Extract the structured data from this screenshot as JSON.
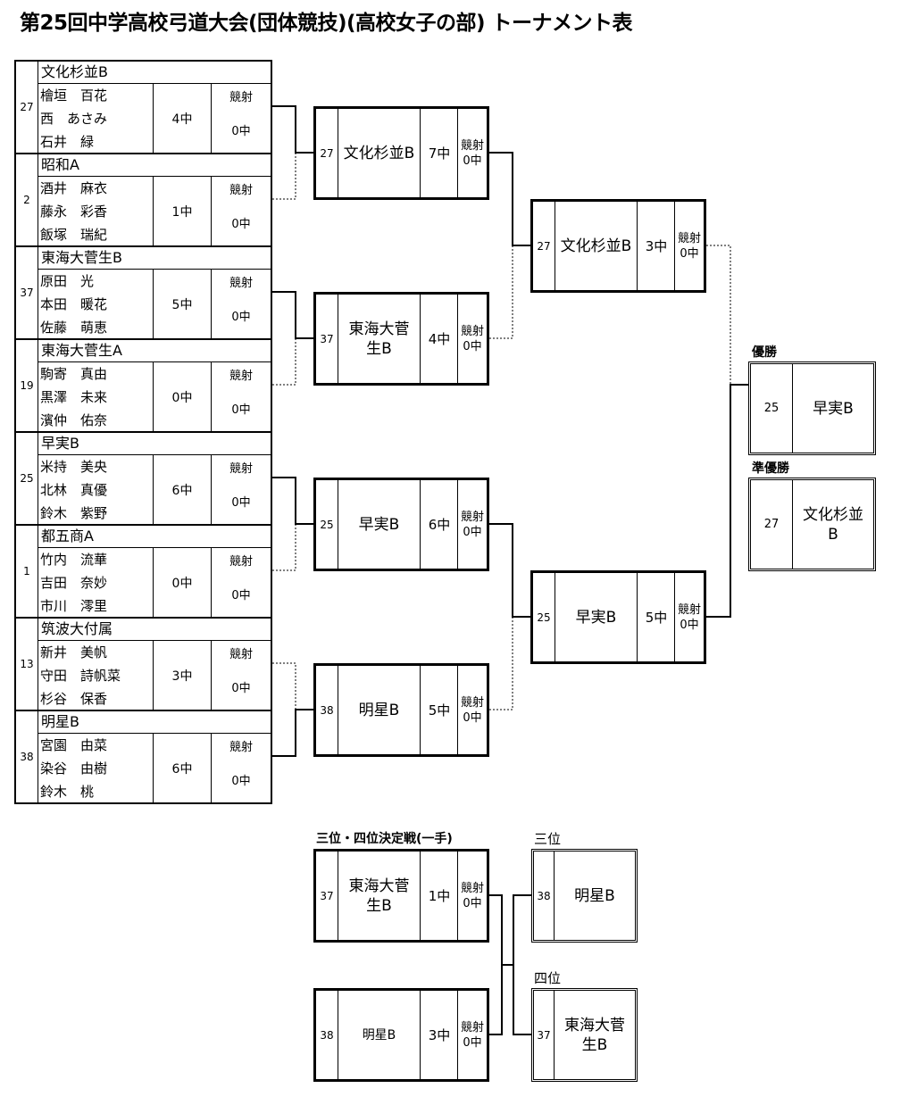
{
  "title": "第25回中学高校弓道大会(団体競技)(高校女子の部) トーナメント表",
  "labels": {
    "shoot_off": "競射",
    "champion": "優勝",
    "runner_up": "準優勝",
    "third_place_match": "三位・四位決定戦(一手)",
    "third": "三位",
    "fourth": "四位"
  },
  "round1": [
    {
      "seed": "27",
      "team": "文化杉並B",
      "members": [
        "檜垣　百花",
        "西　あさみ",
        "石井　緑"
      ],
      "hits": "4中",
      "shootoff": "0中"
    },
    {
      "seed": "2",
      "team": "昭和A",
      "members": [
        "酒井　麻衣",
        "藤永　彩香",
        "飯塚　瑞紀"
      ],
      "hits": "1中",
      "shootoff": "0中"
    },
    {
      "seed": "37",
      "team": "東海大菅生B",
      "members": [
        "原田　光",
        "本田　暖花",
        "佐藤　萌恵"
      ],
      "hits": "5中",
      "shootoff": "0中"
    },
    {
      "seed": "19",
      "team": "東海大菅生A",
      "members": [
        "駒寄　真由",
        "黒澤　未来",
        "濱仲　佑奈"
      ],
      "hits": "0中",
      "shootoff": "0中"
    },
    {
      "seed": "25",
      "team": "早実B",
      "members": [
        "米持　美央",
        "北林　真優",
        "鈴木　紫野"
      ],
      "hits": "6中",
      "shootoff": "0中"
    },
    {
      "seed": "1",
      "team": "都五商A",
      "members": [
        "竹内　流華",
        "吉田　奈妙",
        "市川　澪里"
      ],
      "hits": "0中",
      "shootoff": "0中"
    },
    {
      "seed": "13",
      "team": "筑波大付属",
      "members": [
        "新井　美帆",
        "守田　詩帆菜",
        "杉谷　保香"
      ],
      "hits": "3中",
      "shootoff": "0中"
    },
    {
      "seed": "38",
      "team": "明星B",
      "members": [
        "宮園　由菜",
        "染谷　由樹",
        "鈴木　桃"
      ],
      "hits": "6中",
      "shootoff": "0中"
    }
  ],
  "round2": [
    {
      "seed": "27",
      "team": "文化杉並B",
      "hits": "7中",
      "shootoff": "0中"
    },
    {
      "seed": "37",
      "team": "東海大菅生B",
      "hits": "4中",
      "shootoff": "0中"
    },
    {
      "seed": "25",
      "team": "早実B",
      "hits": "6中",
      "shootoff": "0中"
    },
    {
      "seed": "38",
      "team": "明星B",
      "hits": "5中",
      "shootoff": "0中"
    }
  ],
  "semifinal": [
    {
      "seed": "27",
      "team": "文化杉並B",
      "hits": "3中",
      "shootoff": "0中"
    },
    {
      "seed": "25",
      "team": "早実B",
      "hits": "5中",
      "shootoff": "0中"
    }
  ],
  "champion": {
    "seed": "25",
    "team": "早実B"
  },
  "runner_up": {
    "seed": "27",
    "team": "文化杉並B"
  },
  "third_place_match": [
    {
      "seed": "37",
      "team": "東海大菅生B",
      "hits": "1中",
      "shootoff": "0中"
    },
    {
      "seed": "38",
      "team": "明星B",
      "hits": "3中",
      "shootoff": "0中"
    }
  ],
  "third": {
    "seed": "38",
    "team": "明星B"
  },
  "fourth": {
    "seed": "37",
    "team": "東海大菅生B"
  }
}
